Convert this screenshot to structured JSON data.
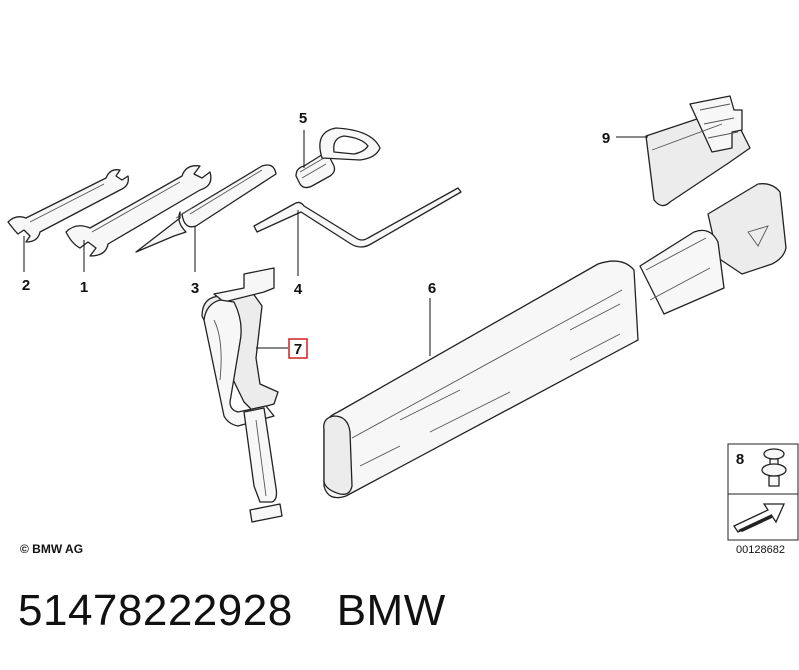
{
  "callouts": {
    "c1": "1",
    "c2": "2",
    "c3": "3",
    "c4": "4",
    "c5": "5",
    "c6": "6",
    "c7": "7",
    "c8": "8",
    "c9": "9"
  },
  "copyright": "© BMW AG",
  "diagram_number": "00128682",
  "part_number": "51478222928",
  "brand": "BMW",
  "colors": {
    "highlight_box": "#d42020",
    "line": "#222222"
  }
}
